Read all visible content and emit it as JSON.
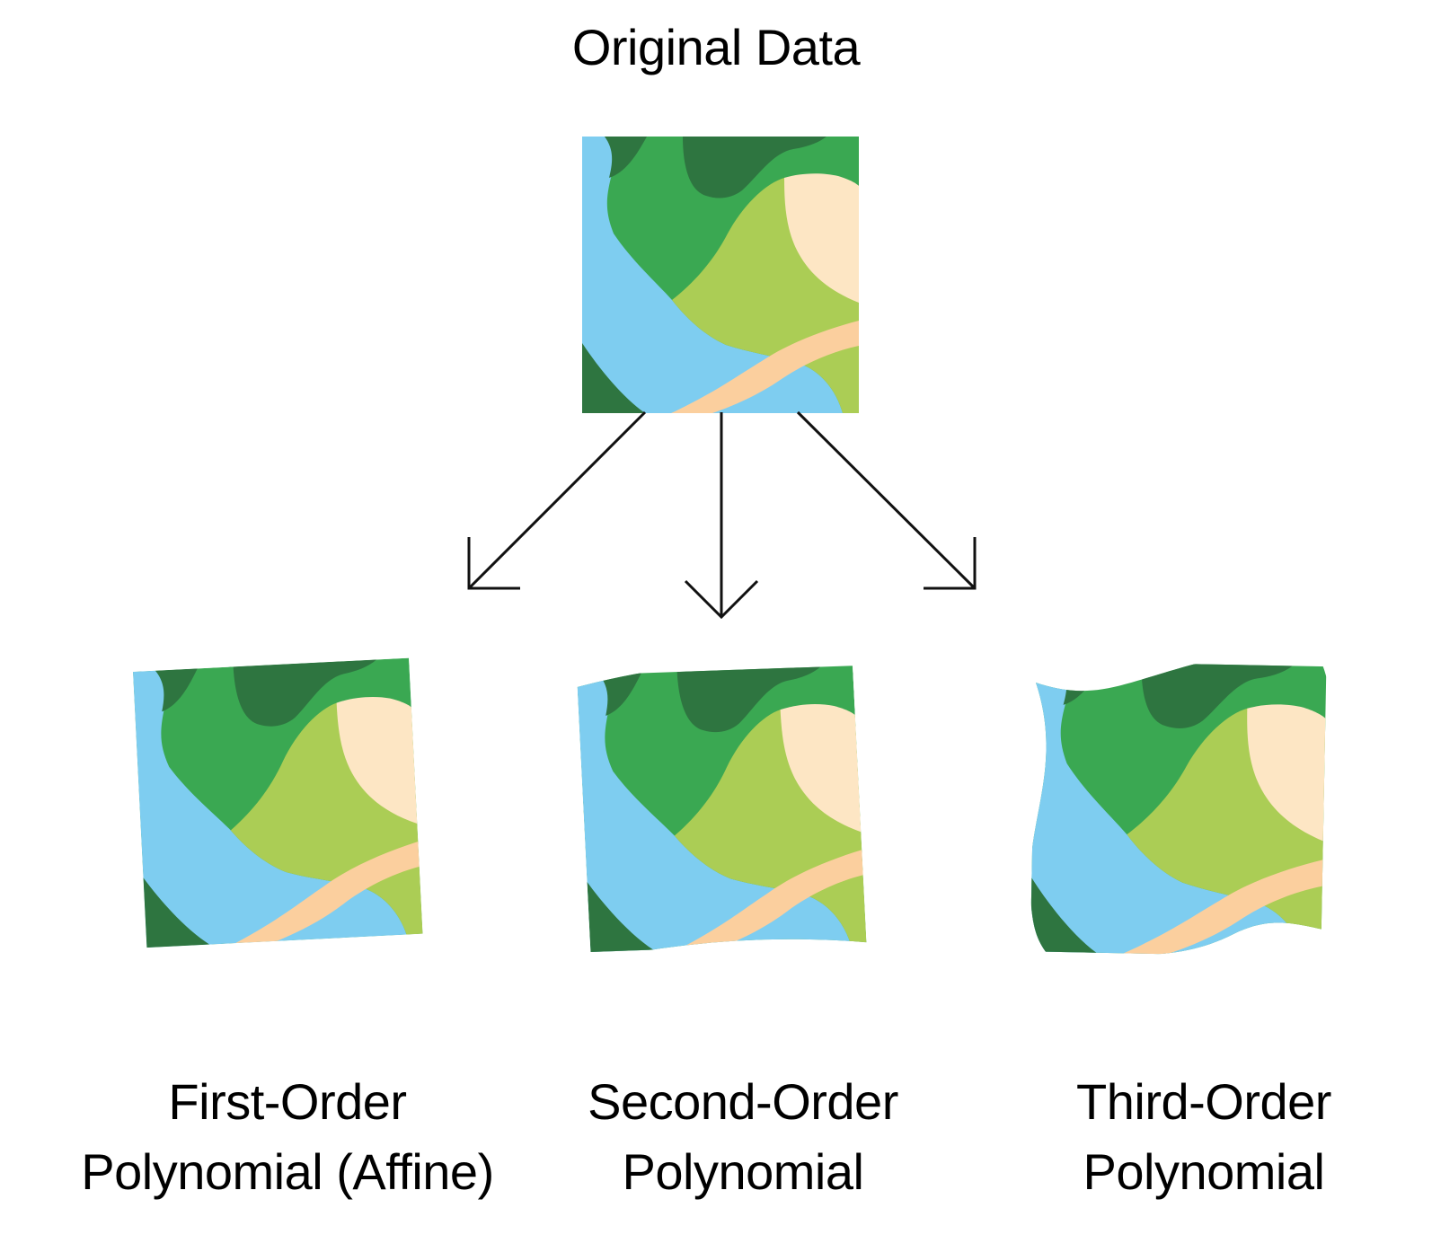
{
  "title": "Original Data",
  "results": [
    {
      "line1": "First-Order",
      "line2": "Polynomial (Affine)"
    },
    {
      "line1": "Second-Order",
      "line2": "Polynomial"
    },
    {
      "line1": "Third-Order",
      "line2": "Polynomial"
    }
  ],
  "colors": {
    "water": "#7ecdf0",
    "forest_dark": "#2e7540",
    "forest": "#3aa852",
    "grassland": "#abcd55",
    "sand": "#fde6c4",
    "road": "#fbcf9e",
    "arrow": "#111111"
  }
}
